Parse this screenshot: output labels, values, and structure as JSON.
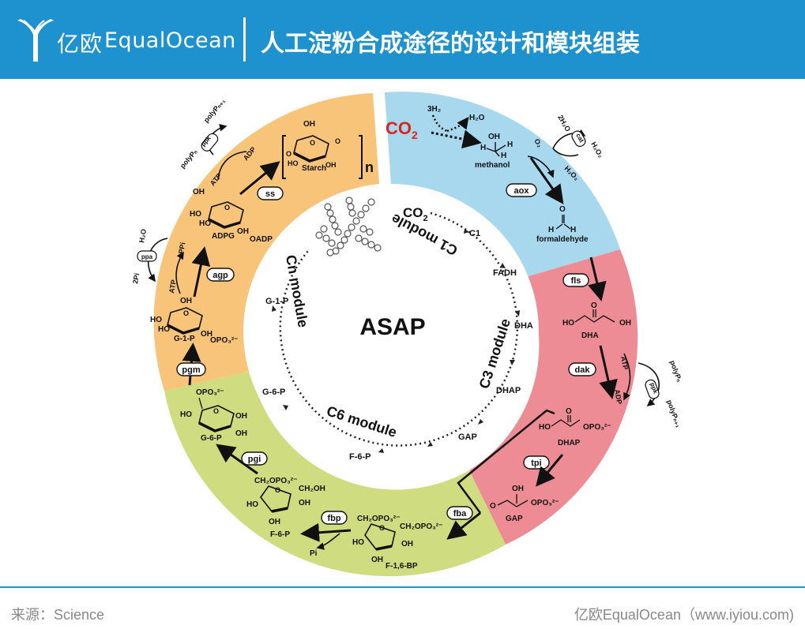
{
  "header": {
    "logo_cn": "亿欧",
    "logo_en": "EqualOcean",
    "title": "人工淀粉合成途径的设计和模块组装"
  },
  "diagram": {
    "center_label": "ASAP",
    "co2_label": "CO",
    "co2_sub": "2",
    "h2_label": "3H₂",
    "h2o_label": "H₂O",
    "two_h2o": "2H₂O",
    "o2_label": "O₂",
    "h2o2_label": "H₂O₂",
    "h2o2_b": "H₂O₂",
    "cat": "cat",
    "methanol": "methanol",
    "formaldehyde": "formaldehyde",
    "dha": "DHA",
    "dhap": "DHAP",
    "gap": "GAP",
    "f16bp": "F-1,6-BP",
    "f6p": "F-6-P",
    "g6p": "G-6-P",
    "g1p": "G-1-P",
    "adpg": "ADPG",
    "oadp": "OADP",
    "starch": "Starch",
    "n": "n",
    "pi": "Pi",
    "twopi": "2Pi",
    "ppi": "PPi",
    "atp": "ATP",
    "adp": "ADP",
    "polyp_n": "polyPₙ",
    "polyp_n1": "polyPₙ₊₁",
    "opo3": "OPO₃²⁻",
    "ch2opo3": "CH₂OPO₃²⁻",
    "ch2oh": "CH₂OH",
    "oh": "OH",
    "ho": "HO",
    "h": "H",
    "o": "O",
    "enzymes": {
      "aox": "aox",
      "fls": "fls",
      "dak": "dak",
      "tpi": "tpi",
      "fba": "fba",
      "fbp": "fbp",
      "pgi": "pgi",
      "pgm": "pgm",
      "agp": "agp",
      "ss": "ss",
      "ppk": "ppk",
      "ppa": "ppa"
    },
    "inner": {
      "co2": "CO",
      "co2_sub": "2",
      "c1": "C1",
      "fadh": "FADH",
      "dha": "DHA",
      "dhap": "DHAP",
      "gap": "GAP",
      "f6p": "F-6-P",
      "g6p": "G-6-P",
      "g1p": "G-1-P",
      "c1_module": "C1 module",
      "c3_module": "C3 module",
      "c6_module": "C6 module",
      "cn_module": "Cn module"
    },
    "colors": {
      "blue": "#a8d8ee",
      "pink": "#ee8c95",
      "green": "#cfdc80",
      "orange": "#f8c479",
      "co2_red": "#d8261f"
    }
  },
  "footer": {
    "source": "来源：Science",
    "site": "亿欧EqualOcean（www.iyiou.com)"
  }
}
